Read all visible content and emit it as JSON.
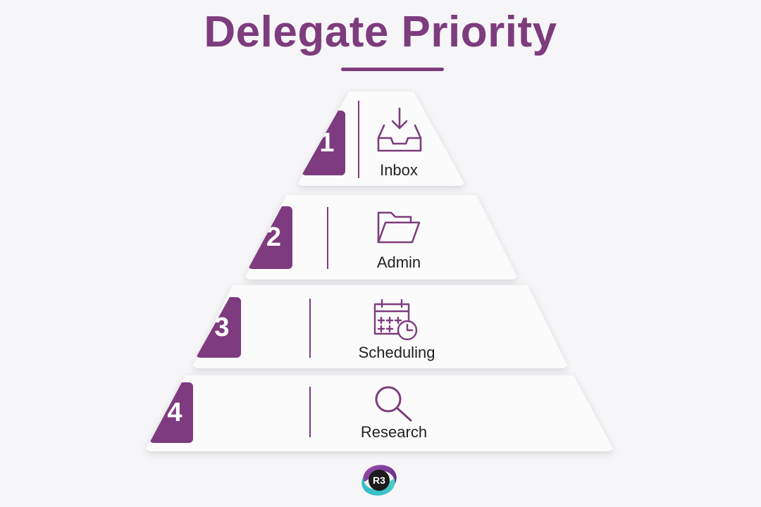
{
  "title": "Delegate Priority",
  "colors": {
    "accent": "#7d3c7d",
    "tier_bg": "#fbfbfc",
    "page_bg": "#f6f5f7"
  },
  "tiers": [
    {
      "number": "1",
      "label": "Inbox",
      "icon": "inbox-icon"
    },
    {
      "number": "2",
      "label": "Admin",
      "icon": "folder-icon"
    },
    {
      "number": "3",
      "label": "Scheduling",
      "icon": "calendar-clock-icon"
    },
    {
      "number": "4",
      "label": "Research",
      "icon": "search-icon"
    }
  ],
  "logo": {
    "text": "R3"
  }
}
